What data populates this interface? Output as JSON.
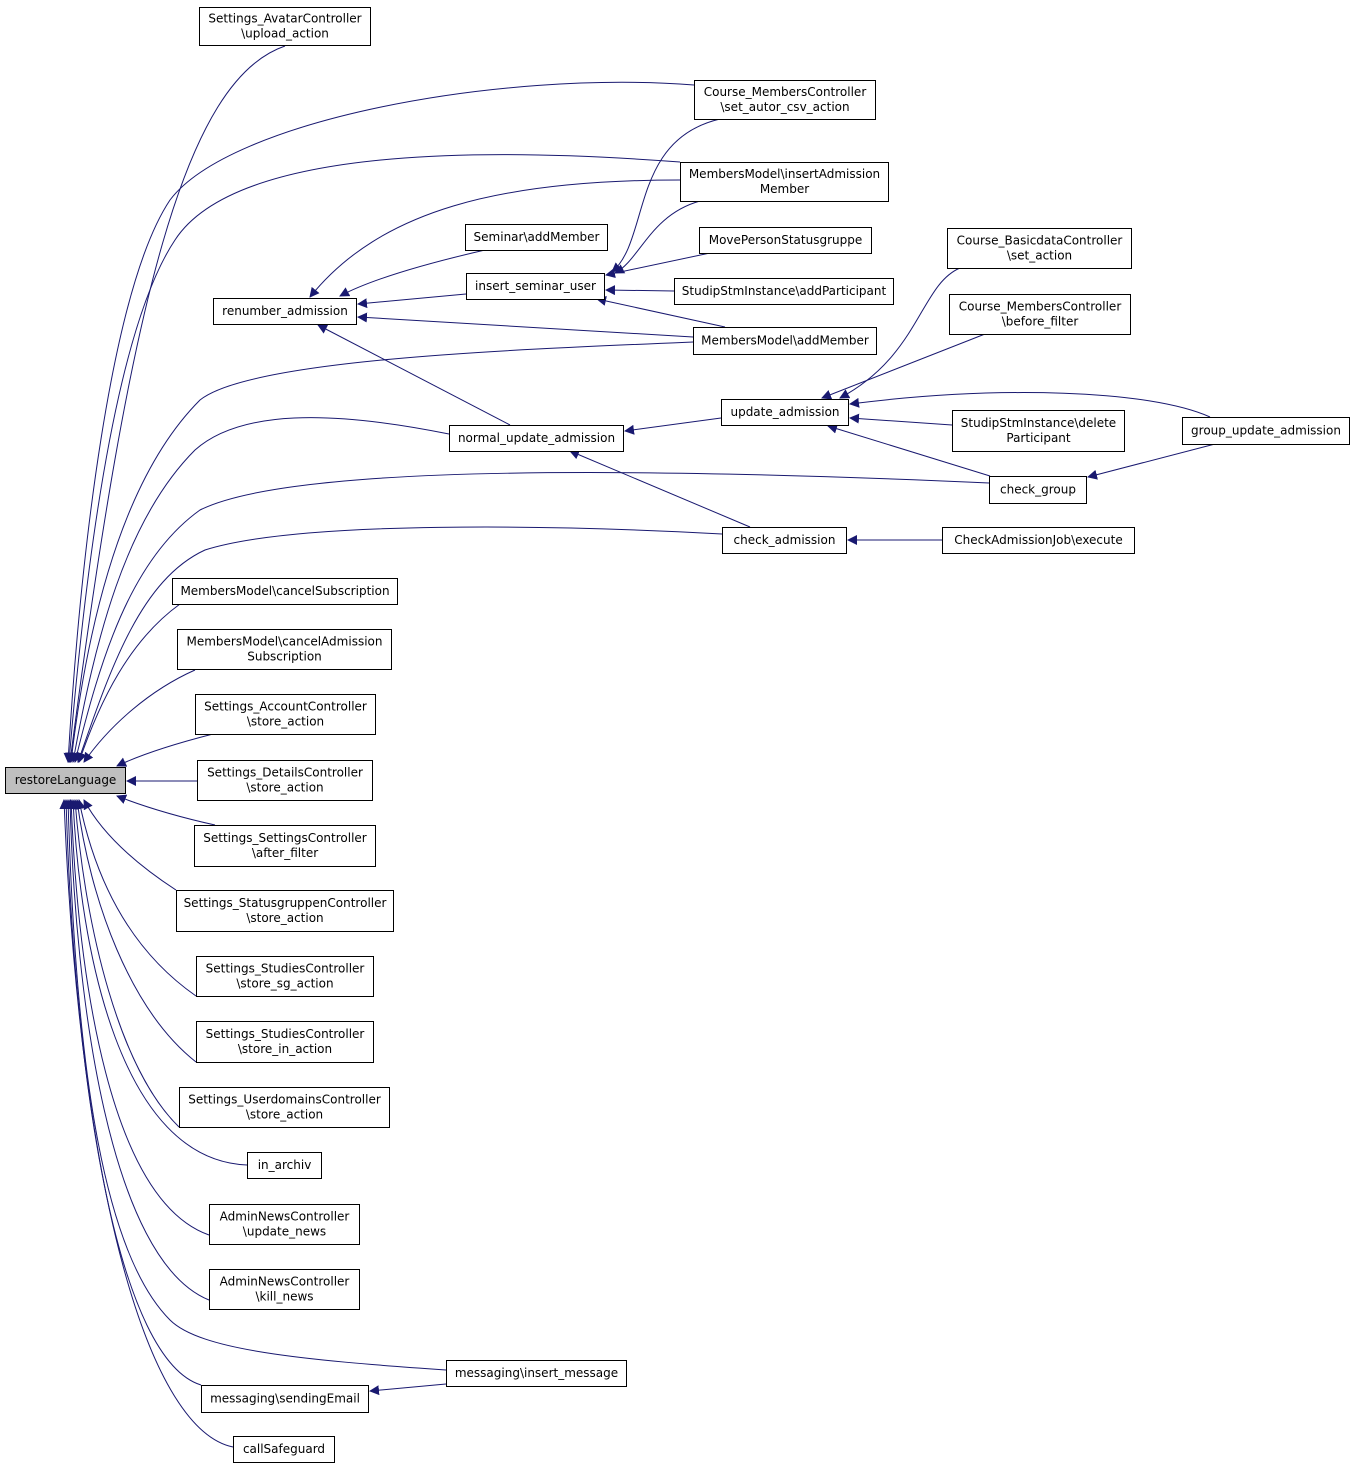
{
  "graph": {
    "root": "restoreLanguage",
    "edge_color": "#191970",
    "root_fill": "#bfbfbf",
    "nodes": {
      "restoreLanguage": [
        "restoreLanguage"
      ],
      "avatar_upload": [
        "Settings_AvatarController",
        "\\upload_action"
      ],
      "course_members_csv": [
        "Course_MembersController",
        "\\set_autor_csv_action"
      ],
      "members_insert_admission": [
        "MembersModel\\insertAdmission",
        "Member"
      ],
      "seminar_addmember": [
        "Seminar\\addMember"
      ],
      "move_person": [
        "MovePersonStatusgruppe"
      ],
      "renumber_admission": [
        "renumber_admission"
      ],
      "insert_seminar_user": [
        "insert_seminar_user"
      ],
      "studip_add_participant": [
        "StudipStmInstance\\addParticipant"
      ],
      "members_addmember": [
        "MembersModel\\addMember"
      ],
      "course_basicdata": [
        "Course_BasicdataController",
        "\\set_action"
      ],
      "course_members_before": [
        "Course_MembersController",
        "\\before_filter"
      ],
      "normal_update_admission": [
        "normal_update_admission"
      ],
      "update_admission": [
        "update_admission"
      ],
      "studip_delete_participant": [
        "StudipStmInstance\\delete",
        "Participant"
      ],
      "group_update_admission": [
        "group_update_admission"
      ],
      "check_group": [
        "check_group"
      ],
      "check_admission": [
        "check_admission"
      ],
      "check_admission_job": [
        "CheckAdmissionJob\\execute"
      ],
      "members_cancel_sub": [
        "MembersModel\\cancelSubscription"
      ],
      "members_cancel_admission": [
        "MembersModel\\cancelAdmission",
        "Subscription"
      ],
      "account_store": [
        "Settings_AccountController",
        "\\store_action"
      ],
      "details_store": [
        "Settings_DetailsController",
        "\\store_action"
      ],
      "settings_after": [
        "Settings_SettingsController",
        "\\after_filter"
      ],
      "statusgruppen_store": [
        "Settings_StatusgruppenController",
        "\\store_action"
      ],
      "studies_store_sg": [
        "Settings_StudiesController",
        "\\store_sg_action"
      ],
      "studies_store_in": [
        "Settings_StudiesController",
        "\\store_in_action"
      ],
      "userdomains_store": [
        "Settings_UserdomainsController",
        "\\store_action"
      ],
      "in_archiv": [
        "in_archiv"
      ],
      "adminnews_update": [
        "AdminNewsController",
        "\\update_news"
      ],
      "adminnews_kill": [
        "AdminNewsController",
        "\\kill_news"
      ],
      "messaging_insert": [
        "messaging\\insert_message"
      ],
      "messaging_sending": [
        "messaging\\sendingEmail"
      ],
      "call_safeguard": [
        "callSafeguard"
      ]
    }
  }
}
